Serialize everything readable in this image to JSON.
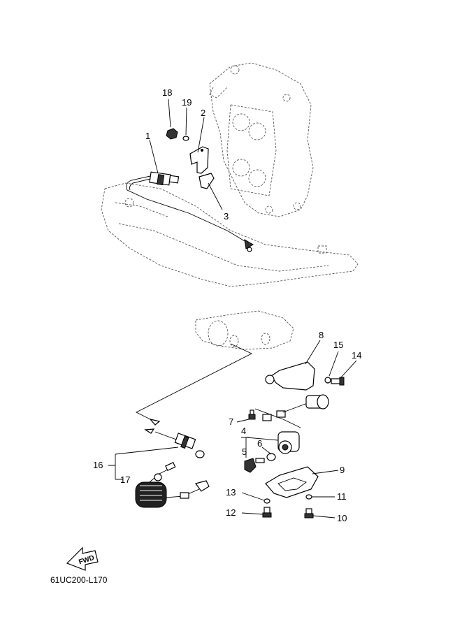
{
  "callouts": [
    {
      "id": "c1",
      "label": "1"
    },
    {
      "id": "c2",
      "label": "2"
    },
    {
      "id": "c3",
      "label": "3"
    },
    {
      "id": "c4",
      "label": "4"
    },
    {
      "id": "c5",
      "label": "5"
    },
    {
      "id": "c6",
      "label": "6"
    },
    {
      "id": "c7",
      "label": "7"
    },
    {
      "id": "c8",
      "label": "8"
    },
    {
      "id": "c9",
      "label": "9"
    },
    {
      "id": "c10",
      "label": "10"
    },
    {
      "id": "c11",
      "label": "11"
    },
    {
      "id": "c12",
      "label": "12"
    },
    {
      "id": "c13",
      "label": "13"
    },
    {
      "id": "c14",
      "label": "14"
    },
    {
      "id": "c15",
      "label": "15"
    },
    {
      "id": "c16",
      "label": "16"
    },
    {
      "id": "c17",
      "label": "17"
    },
    {
      "id": "c18",
      "label": "18"
    },
    {
      "id": "c19",
      "label": "19"
    }
  ],
  "fwd_label": "FWD",
  "diagram_code": "61UC200-L170"
}
